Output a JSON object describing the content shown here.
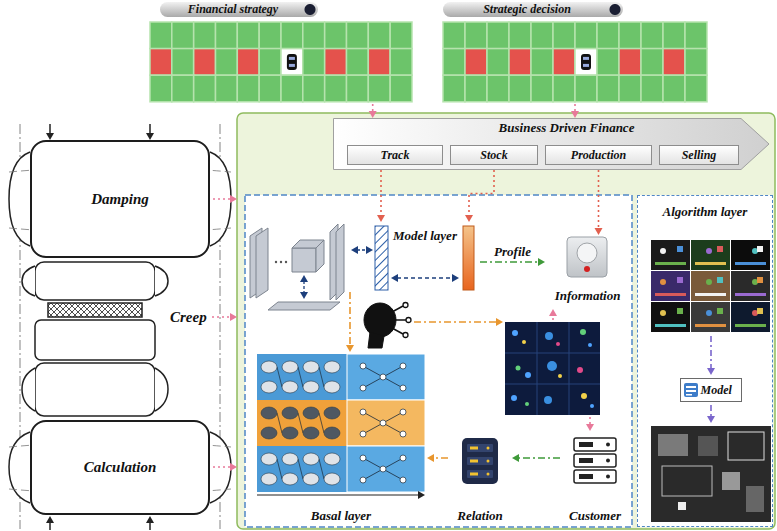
{
  "diagram": {
    "nodes": [
      {
        "text": [
          "Financial strategy"
        ]
      },
      {
        "text": [
          "Strategic decision"
        ]
      },
      {
        "text": [
          "Damping"
        ]
      },
      {
        "text": [
          "Business Driven Finance"
        ]
      },
      {
        "text": [
          "Track"
        ],
        "in": 3
      },
      {
        "text": [
          "Stock"
        ],
        "in": 3
      },
      {
        "text": [
          "Production"
        ],
        "in": 3
      },
      {
        "text": [
          "Selling"
        ],
        "in": 3
      },
      {
        "text": [
          "Model layer"
        ]
      },
      {
        "text": [
          "Information"
        ]
      },
      {
        "text": [
          "Algorithm layer"
        ]
      },
      {
        "text": [
          "Model"
        ],
        "in": 10
      },
      {
        "text": [
          "Basal layer"
        ]
      },
      {
        "text": [
          "Relation"
        ]
      },
      {
        "text": [
          "Customer"
        ]
      },
      {
        "text": [
          "Calculation"
        ]
      }
    ],
    "edges": [
      {
        "from": 0,
        "to": 3,
        "arrow": "to"
      },
      {
        "from": 1,
        "to": 3,
        "arrow": "to"
      },
      {
        "from": 4,
        "to": 8,
        "arrow": "to"
      },
      {
        "from": 5,
        "to": 8,
        "arrow": "to"
      },
      {
        "from": 6,
        "to": 9,
        "arrow": "to"
      },
      {
        "from": 8,
        "to": 9,
        "label": "Profile",
        "arrow": "to"
      },
      {
        "from": 8,
        "to": 12,
        "arrow": "to"
      },
      {
        "from": 14,
        "to": 13,
        "arrow": "to"
      },
      {
        "from": 13,
        "to": 12,
        "arrow": "to"
      }
    ],
    "labels": [
      "Creep"
    ]
  }
}
